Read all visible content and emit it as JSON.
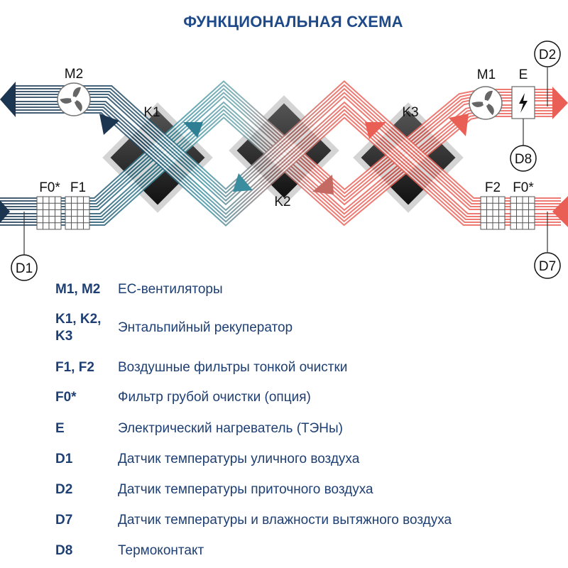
{
  "title": "ФУНКЦИОНАЛЬНАЯ СХЕМА",
  "diagram": {
    "labels": {
      "m1": "M1",
      "m2": "M2",
      "k1": "K1",
      "k2": "K2",
      "k3": "K3",
      "e": "E",
      "f0_left": "F0*",
      "f1": "F1",
      "f2": "F2",
      "f0_right": "F0*",
      "d1": "D1",
      "d2": "D2",
      "d7": "D7",
      "d8": "D8"
    },
    "colors": {
      "navy": "#1c3550",
      "teal": "#3a93a5",
      "red": "#ea5f55",
      "text": "#1e3f73"
    }
  },
  "legend": [
    {
      "key": "M1, M2",
      "desc": "ЕС-вентиляторы"
    },
    {
      "key": "K1, K2, K3",
      "desc": "Энтальпийный рекуператор"
    },
    {
      "key": "F1, F2",
      "desc": "Воздушные фильтры тонкой очистки"
    },
    {
      "key": "F0*",
      "desc": "Фильтр грубой очистки (опция)"
    },
    {
      "key": "E",
      "desc": "Электрический нагреватель (ТЭНы)"
    },
    {
      "key": "D1",
      "desc": "Датчик температуры уличного воздуха"
    },
    {
      "key": "D2",
      "desc": "Датчик температуры приточного воздуха"
    },
    {
      "key": "D7",
      "desc": "Датчик температуры и влажности вытяжного воздуха"
    },
    {
      "key": "D8",
      "desc": "Термоконтакт"
    }
  ]
}
